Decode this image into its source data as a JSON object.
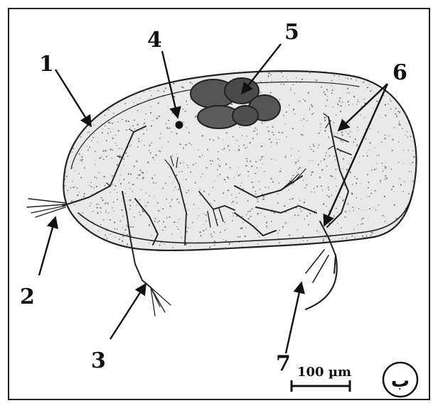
{
  "labels": {
    "l1": "1",
    "l2": "2",
    "l3": "3",
    "l4": "4",
    "l5": "5",
    "l6": "6",
    "l7": "7"
  },
  "scale_bar": {
    "label": "100 µm"
  },
  "panel_label": "ب",
  "colors": {
    "ink": "#111111",
    "paper": "#ffffff",
    "stipple": "#777777"
  }
}
